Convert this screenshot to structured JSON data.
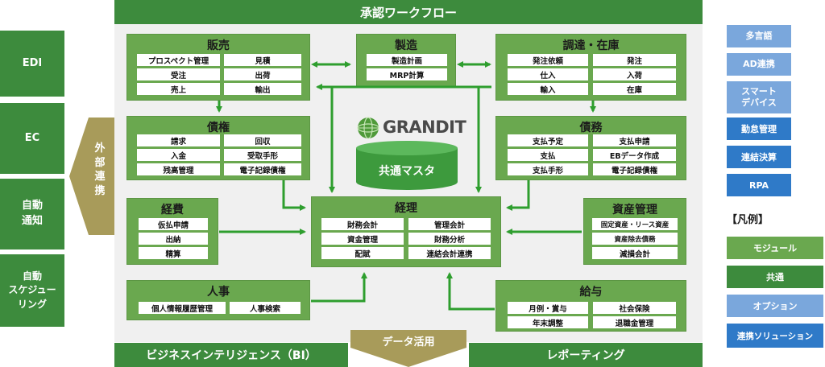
{
  "top_bar": "承認ワークフロー",
  "left_col": [
    "EDI",
    "EC",
    "自動\n通知",
    "自動\nスケジュー\nリング"
  ],
  "external_label": "外\n部\n連\n携",
  "modules": {
    "sales": {
      "title": "販売",
      "items": [
        "プロスペクト管理",
        "見積",
        "受注",
        "出荷",
        "売上",
        "輸出"
      ]
    },
    "manufacturing": {
      "title": "製造",
      "items": [
        "製造計画",
        "MRP計算"
      ]
    },
    "procurement": {
      "title": "調達・在庫",
      "items": [
        "発注依頼",
        "発注",
        "仕入",
        "入荷",
        "輸入",
        "在庫"
      ]
    },
    "receivables": {
      "title": "債権",
      "items": [
        "請求",
        "回収",
        "入金",
        "受取手形",
        "残高管理",
        "電子記録債権"
      ]
    },
    "payables": {
      "title": "債務",
      "items": [
        "支払予定",
        "支払申請",
        "支払",
        "EBデータ作成",
        "支払手形",
        "電子記録債権"
      ]
    },
    "expenses": {
      "title": "経費",
      "items": [
        "仮払申請",
        "出納",
        "精算"
      ]
    },
    "accounting": {
      "title": "経理",
      "items": [
        "財務会計",
        "管理会計",
        "資金管理",
        "財務分析",
        "配賦",
        "連結会計連携"
      ]
    },
    "assets": {
      "title": "資産管理",
      "items": [
        "固定資産・リース資産",
        "資産除去債務",
        "減損会計"
      ]
    },
    "hr": {
      "title": "人事",
      "items": [
        "個人情報履歴管理",
        "人事検索"
      ]
    },
    "payroll": {
      "title": "給与",
      "items": [
        "月例・賞与",
        "社会保険",
        "年末調整",
        "退職金管理"
      ]
    }
  },
  "logo_text": "GRANDIT",
  "master_label": "共通マスタ",
  "bottom": {
    "bi": "ビジネスインテリジェンス（BI）",
    "data": "データ活用",
    "reporting": "レポーティング"
  },
  "options": [
    "多言語",
    "AD連携",
    "スマート\nデバイス"
  ],
  "relations": [
    "勤怠管理",
    "連結決算",
    "RPA"
  ],
  "legend": {
    "title": "【凡例】",
    "items": [
      "モジュール",
      "共通",
      "オプション",
      "連携ソリューション"
    ],
    "colors": [
      "#6aa84f",
      "#3d8b3d",
      "#7aa7dc",
      "#2f7ac8"
    ]
  }
}
